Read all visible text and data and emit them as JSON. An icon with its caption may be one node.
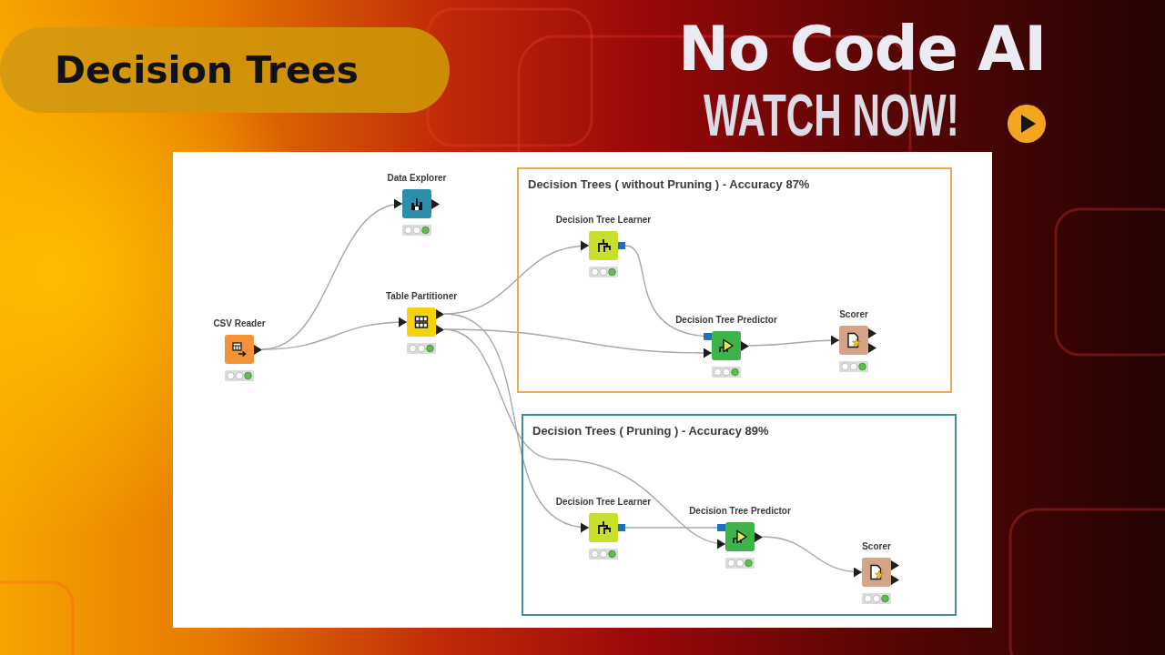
{
  "diagram": {
    "title": "Decision Trees",
    "nodes": [
      {
        "text": [
          "CSV Reader"
        ]
      },
      {
        "text": [
          "Data Explorer"
        ]
      },
      {
        "text": [
          "Table Partitioner"
        ]
      },
      {
        "text": [
          "Decision Trees ( without Pruning ) - Accuracy 87%"
        ]
      },
      {
        "text": [
          "Decision Tree Learner"
        ],
        "in": 3
      },
      {
        "text": [
          "Decision Tree Predictor"
        ],
        "in": 3
      },
      {
        "text": [
          "Scorer"
        ],
        "in": 3
      },
      {
        "text": [
          "Decision Trees ( Pruning ) - Accuracy 89%"
        ]
      },
      {
        "text": [
          "Decision Tree Learner"
        ],
        "in": 7
      },
      {
        "text": [
          "Decision Tree Predictor"
        ],
        "in": 7
      },
      {
        "text": [
          "Scorer"
        ],
        "in": 7
      }
    ],
    "edges": [
      {
        "from": 0,
        "to": 1,
        "arrow": "to"
      },
      {
        "from": 0,
        "to": 2,
        "arrow": "to"
      },
      {
        "from": 2,
        "to": 4,
        "arrow": "to"
      },
      {
        "from": 2,
        "to": 8,
        "arrow": "to"
      },
      {
        "from": 2,
        "to": 5,
        "arrow": "to"
      },
      {
        "from": 2,
        "to": 9,
        "arrow": "to"
      },
      {
        "from": 4,
        "to": 5,
        "arrow": "other"
      },
      {
        "from": 5,
        "to": 6,
        "arrow": "to"
      },
      {
        "from": 8,
        "to": 9,
        "arrow": "other"
      },
      {
        "from": 9,
        "to": 10,
        "arrow": "to"
      }
    ],
    "labels": [
      "No Code AI",
      "WATCH NOW!"
    ]
  }
}
